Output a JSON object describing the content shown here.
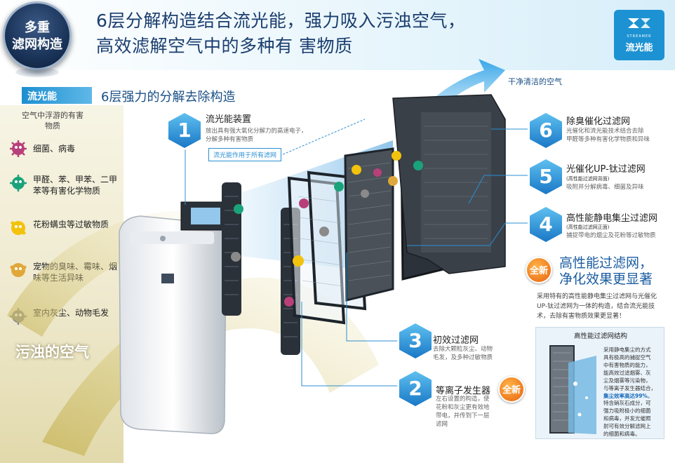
{
  "header": {
    "badge_line1": "多重",
    "badge_line2": "滤网构造",
    "headline_line1": "6层分解构造结合流光能，强力吸入污浊空气，",
    "headline_line2": "高效滤解空气中的多种有 害物质",
    "logo_sub": "STREAMER",
    "logo_name": "流光能"
  },
  "left_panel": {
    "brand_tag": "流光能",
    "subtitle": "6层强力的分解去除构造",
    "heading": "空气中浮游的有害物质",
    "pollutants": [
      {
        "icon": "bacteria-germ-icon",
        "color": "#b8407a",
        "label": "细菌、病毒"
      },
      {
        "icon": "chemical-germ-icon",
        "color": "#1aa37a",
        "label": "甲醛、苯、甲苯、二甲苯等有害化学物质"
      },
      {
        "icon": "pollen-germ-icon",
        "color": "#f2c20c",
        "label": "花粉螨虫等过敏物质"
      },
      {
        "icon": "odor-germ-icon",
        "color": "#e0a83a",
        "label": "宠物的臭味、霉味、烟味等生活异味"
      },
      {
        "icon": "dust-germ-icon",
        "color": "#8a8a8a",
        "label": "室内灰尘、动物毛发"
      }
    ],
    "dirty_air": "污浊的空气"
  },
  "clean_air": "干净清洁的空气",
  "steps": [
    {
      "number": "1",
      "title": "流光能装置",
      "desc_line1": "放出具有强大氧化分解力的高速电子，",
      "desc_line2": "分解多种有害物质",
      "callout": "流光能作用于所有滤网"
    },
    {
      "number": "2",
      "title": "等离子发生器",
      "desc_lines": [
        "左右设置的构造，使",
        "花粉和灰尘更有效地",
        "带电，并传到下一层",
        "滤网"
      ]
    },
    {
      "number": "3",
      "title": "初效过滤网",
      "desc_lines": [
        "去除大颗粒灰尘、动物",
        "毛发，及多种过敏物质"
      ]
    },
    {
      "number": "4",
      "title": "高性能静电集尘过滤网",
      "desc_small": "(高性能过滤网正面)",
      "desc": "捕捉带电的烟尘及花粉等过敏物质"
    },
    {
      "number": "5",
      "title": "光催化UP-钛过滤网",
      "desc_small": "(高性能过滤网背面)",
      "desc": "吸附并分解病毒、细菌及异味"
    },
    {
      "number": "6",
      "title": "除臭催化过滤网",
      "desc_line1": "光催化和流光能技术结合去除",
      "desc_line2": "甲醛等多种有害化学物质和异味"
    }
  ],
  "new_badge": "全新",
  "high_performance": {
    "title_line1": "高性能过滤网，",
    "title_line2": "净化效果更显著",
    "desc": "采用特有的高性能静电集尘过滤网与光催化UP-钛过滤网为一体的构造，结合流光能技术，去除有害物质效果更显著！"
  },
  "structure": {
    "title": "高性能过滤网结构",
    "top_lines": [
      "采用静电集尘的方式",
      "具有极高的捕捉空气",
      "中有害物质的能力，",
      "能高效过滤烟雾、灰",
      "尘及烟雾等污染物，",
      "与等离子发生器结合，"
    ],
    "highlight": "集尘效率高达99%",
    "highlight_suffix": "。",
    "bottom_lines": [
      "特含硝灰石成分，可",
      "强力吸附极小的细菌",
      "和病毒，并发光催照",
      "射可有效分解滤网上",
      "的细菌和病毒。"
    ]
  },
  "colors": {
    "accent_blue": "#1d8fd0",
    "title_navy": "#1a3d6e",
    "orange_badge": "#e8630f"
  }
}
